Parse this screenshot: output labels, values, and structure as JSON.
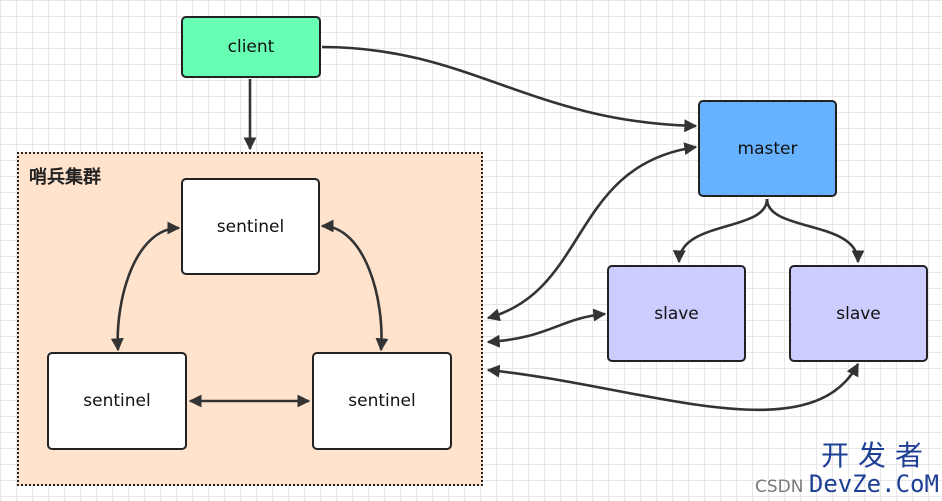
{
  "diagram": {
    "cluster_title": "哨兵集群",
    "nodes": {
      "client": "client",
      "master": "master",
      "slave_1": "slave",
      "slave_2": "slave",
      "sentinel_top": "sentinel",
      "sentinel_left": "sentinel",
      "sentinel_right": "sentinel"
    }
  },
  "colors": {
    "client": "#66ffb3",
    "master": "#66b2ff",
    "slave": "#ccccff",
    "cluster": "#ffe3cc",
    "edge": "#333333"
  },
  "watermark": {
    "top": "开发者",
    "prefix": "CSDN",
    "brand": "DevZe.CoM"
  }
}
